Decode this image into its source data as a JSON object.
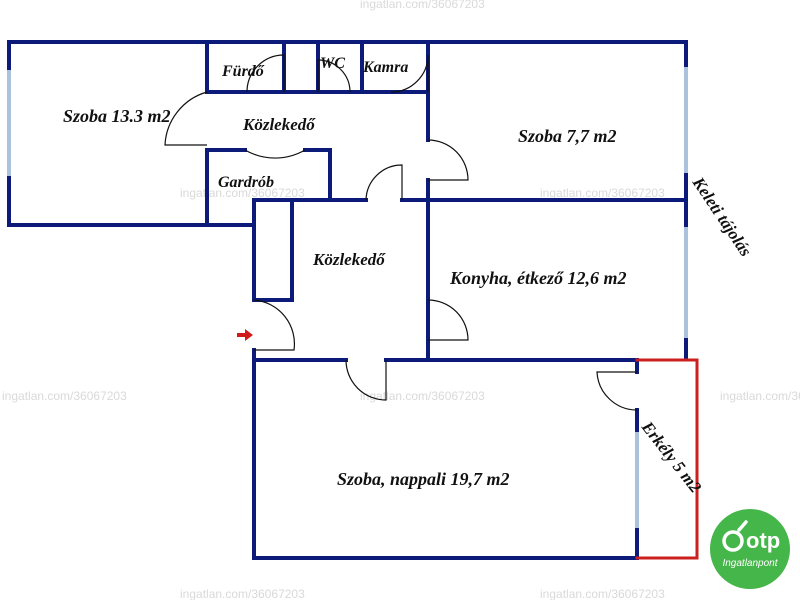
{
  "colors": {
    "wall": "#0c1a7a",
    "window": "#a9c3dc",
    "balcony": "#cc1f1f",
    "door_arc": "#111111",
    "entry_arrow": "#d11a1a",
    "logo_green": "#45b649"
  },
  "rooms": {
    "szoba_left": "Szoba 13.3 m2",
    "furdo": "Fürdő",
    "wc": "WC",
    "kamra": "Kamra",
    "kozlekedo_top": "Közlekedő",
    "gardrob": "Gardrób",
    "szoba_right": "Szoba 7,7 m2",
    "kozlekedo_mid": "Közlekedő",
    "konyha": "Konyha, étkező 12,6 m2",
    "nappali": "Szoba, nappali 19,7 m2",
    "erkely": "Erkély 5 m2"
  },
  "orientation_label": "Keleti tájolás",
  "watermarks": [
    "ingatlan.com/36067203",
    "ingatlan.com/36067203",
    "ingatlan.com/36067203",
    "ingatlan.com/36067203",
    "ingatlan.com/36067203",
    "ingatlan.com/36067203",
    "ingatlan.com/36067203",
    "ingatlan.com/36067203"
  ],
  "logo": {
    "brand": "otp",
    "sub": "Ingatlanpont",
    "icon": "otp-leaf-icon"
  },
  "icons": {
    "entry": "entry-arrow-icon"
  }
}
